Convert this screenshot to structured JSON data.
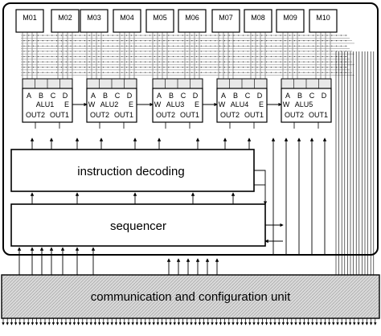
{
  "memories": [
    "M01",
    "M02",
    "M03",
    "M04",
    "M05",
    "M06",
    "M07",
    "M08",
    "M09",
    "M10"
  ],
  "alus": [
    {
      "name": "ALU1",
      "inputs": [
        "A",
        "B",
        "C",
        "D"
      ],
      "w": "",
      "e": "E",
      "out2": "OUT2",
      "out1": "OUT1"
    },
    {
      "name": "ALU2",
      "inputs": [
        "A",
        "B",
        "C",
        "D"
      ],
      "w": "W",
      "e": "E",
      "out2": "OUT2",
      "out1": "OUT1"
    },
    {
      "name": "ALU3",
      "inputs": [
        "A",
        "B",
        "C",
        "D"
      ],
      "w": "W",
      "e": "E",
      "out2": "OUT2",
      "out1": "OUT1"
    },
    {
      "name": "ALU4",
      "inputs": [
        "A",
        "B",
        "C",
        "D"
      ],
      "w": "W",
      "e": "E",
      "out2": "OUT2",
      "out1": "OUT1"
    },
    {
      "name": "ALU5",
      "inputs": [
        "A",
        "B",
        "C",
        "D"
      ],
      "w": "W",
      "e": "",
      "out2": "OUT2",
      "out1": "OUT1"
    }
  ],
  "blocks": {
    "instruction_decoding": "instruction decoding",
    "sequencer": "sequencer",
    "communication_unit": "communication and configuration unit"
  }
}
